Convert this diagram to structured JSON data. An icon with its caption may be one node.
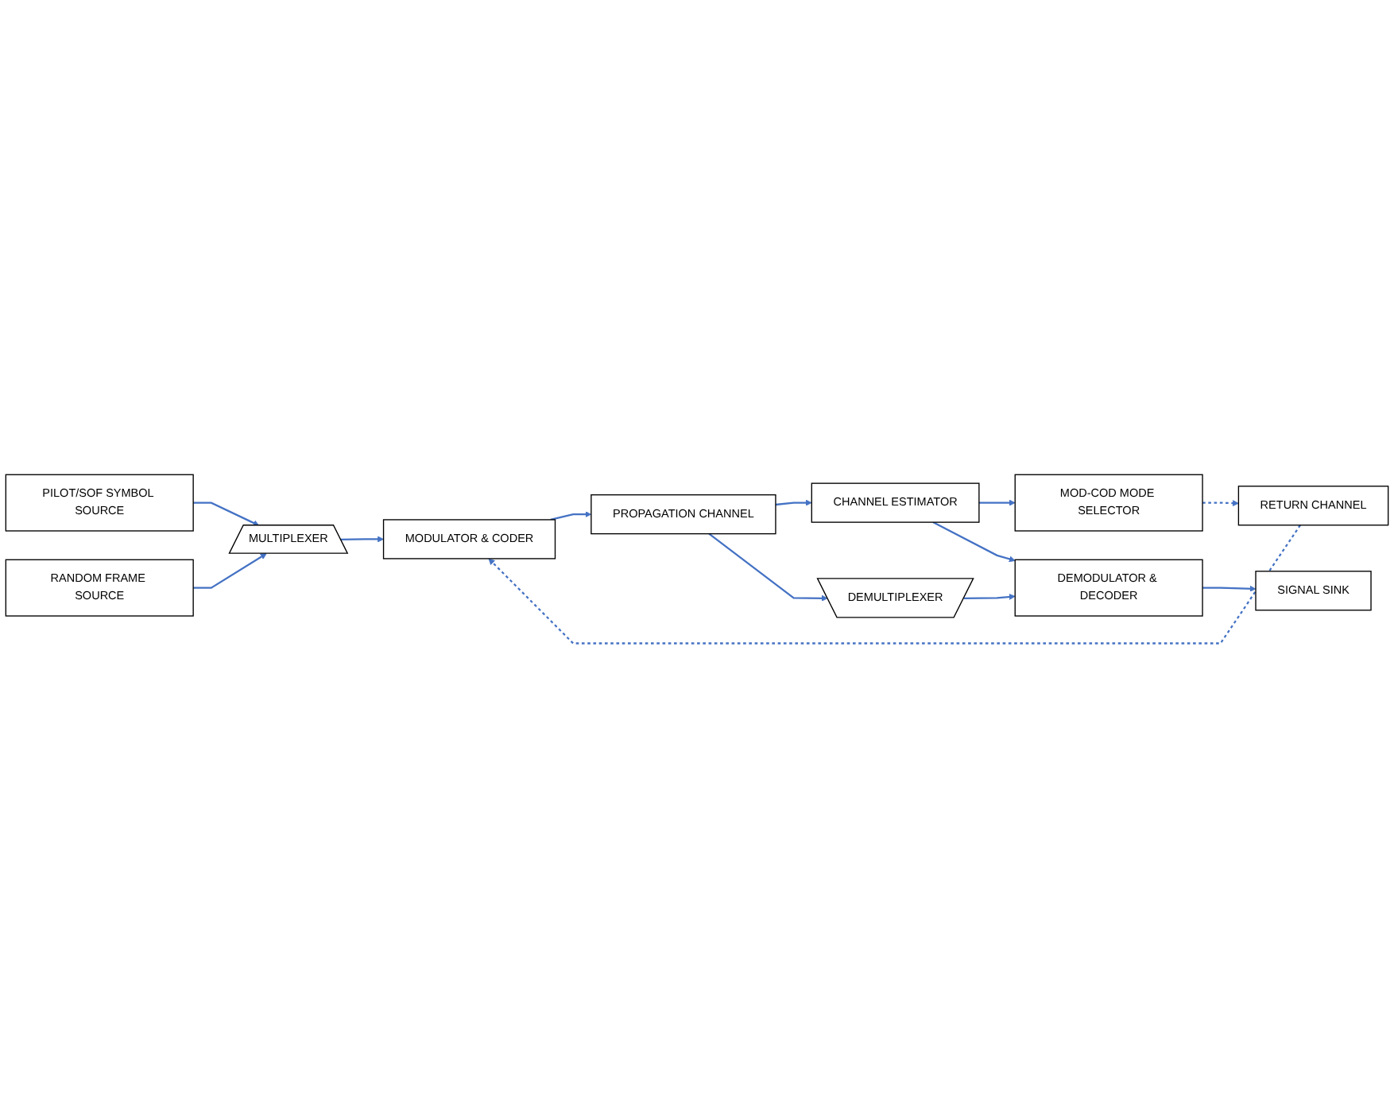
{
  "diagram": {
    "nodes": [
      {
        "text": [
          "PILOT/SOF SYMBOL SOURCE"
        ]
      },
      {
        "text": [
          "RANDOM FRAME SOURCE"
        ]
      },
      {
        "text": [
          "MULTIPLEXER"
        ]
      },
      {
        "text": [
          "MODULATOR & CODER"
        ]
      },
      {
        "text": [
          "PROPAGATION CHANNEL"
        ]
      },
      {
        "text": [
          "RETURN CHANNEL"
        ]
      },
      {
        "text": [
          "MOD-COD MODE SELECTOR"
        ]
      },
      {
        "text": [
          "CHANNEL ESTIMATOR"
        ]
      },
      {
        "text": [
          "DEMULTIPLEXER"
        ]
      },
      {
        "text": [
          "DEMODULATOR & DECODER"
        ]
      },
      {
        "text": [
          "SIGNAL SINK"
        ]
      }
    ],
    "edges": [
      {
        "from": 0,
        "to": 2,
        "arrow": "to"
      },
      {
        "from": 1,
        "to": 2,
        "arrow": "to"
      },
      {
        "from": 2,
        "to": 3,
        "arrow": "to"
      },
      {
        "from": 3,
        "to": 4,
        "arrow": "to"
      },
      {
        "from": 4,
        "to": 7,
        "arrow": "to"
      },
      {
        "from": 4,
        "to": 8,
        "arrow": "to"
      },
      {
        "from": 7,
        "to": 6,
        "arrow": "to"
      },
      {
        "from": 7,
        "to": 9,
        "arrow": "to"
      },
      {
        "from": 8,
        "to": 9,
        "arrow": "to"
      },
      {
        "from": 9,
        "to": 10,
        "arrow": "to"
      },
      {
        "from": 6,
        "to": 5,
        "arrow": "to",
        "style": "dashed"
      },
      {
        "from": 5,
        "to": 3,
        "arrow": "to",
        "style": "dashed"
      }
    ]
  }
}
